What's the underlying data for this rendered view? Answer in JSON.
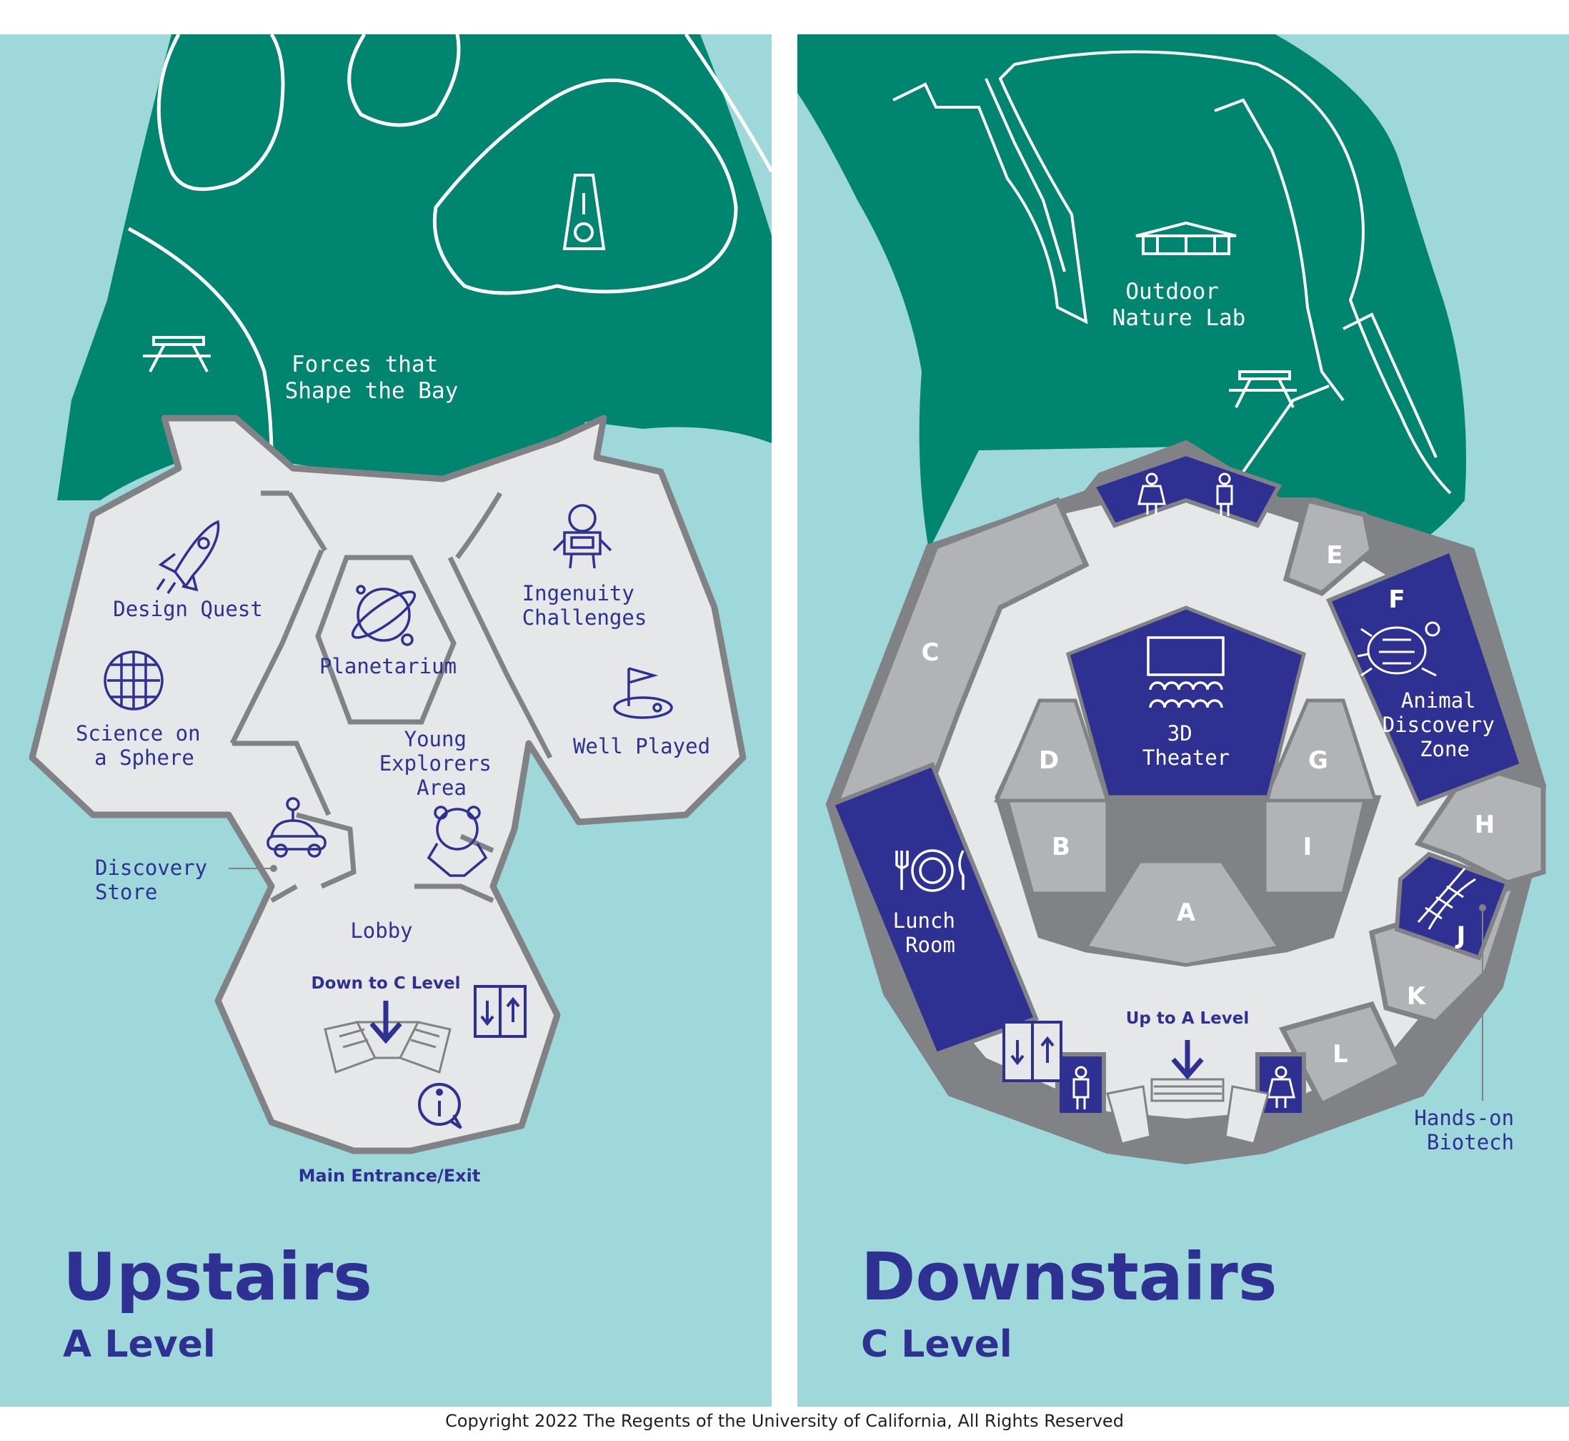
{
  "colors": {
    "water": "#9ed8da",
    "park": "#008570",
    "floor": "#e6e7e8",
    "wall": "#808285",
    "gray_room": "#b1b3b6",
    "dark_gray": "#808285",
    "blue": "#2e3192",
    "navy_text": "#2e3192",
    "white": "#ffffff"
  },
  "upstairs": {
    "title": "Upstairs",
    "subtitle": "A Level",
    "areas": {
      "forces": [
        "Forces that",
        "Shape the Bay"
      ],
      "design_quest": "Design Quest",
      "science_sphere": [
        "Science on",
        "a Sphere"
      ],
      "planetarium": "Planetarium",
      "ingenuity": [
        "Ingenuity",
        "Challenges"
      ],
      "well_played": "Well Played",
      "young_explorers": [
        "Young",
        "Explorers",
        "Area"
      ],
      "discovery_store": [
        "Discovery",
        "Store"
      ],
      "lobby": "Lobby",
      "down_to_c": "Down to C Level",
      "main_entrance": "Main Entrance/Exit"
    },
    "icons": [
      "picnic-table-icon",
      "sundial-icon",
      "rocket-icon",
      "geodesic-sphere-icon",
      "planet-icon",
      "robot-icon",
      "golf-flag-icon",
      "toy-car-icon",
      "bear-puppet-icon",
      "stairs-icon",
      "elevator-icon",
      "info-icon"
    ]
  },
  "downstairs": {
    "title": "Downstairs",
    "subtitle": "C Level",
    "areas": {
      "outdoor_lab": [
        "Outdoor",
        "Nature Lab"
      ],
      "theater": [
        "3D",
        "Theater"
      ],
      "animal_zone": [
        "Animal",
        "Discovery",
        "Zone"
      ],
      "lunch_room": [
        "Lunch",
        "Room"
      ],
      "hands_on": [
        "Hands-on",
        "Biotech"
      ],
      "up_to_a": "Up to A Level"
    },
    "rooms": [
      "A",
      "B",
      "C",
      "D",
      "E",
      "F",
      "G",
      "H",
      "I",
      "J",
      "K",
      "L"
    ],
    "icons": [
      "gazebo-icon",
      "picnic-table-icon",
      "restroom-icon",
      "theater-icon",
      "turtle-icon",
      "dna-icon",
      "dining-icon",
      "elevator-icon",
      "stairs-icon"
    ]
  },
  "copyright": "Copyright 2022 The Regents of the University of California, All Rights Reserved"
}
